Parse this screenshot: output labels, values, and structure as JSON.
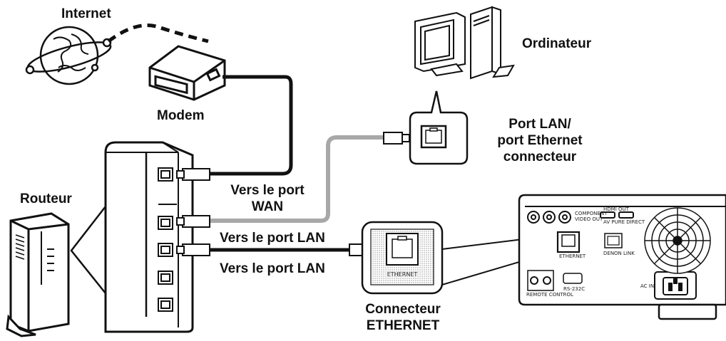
{
  "labels": {
    "internet": "Internet",
    "modem": "Modem",
    "routeur": "Routeur",
    "ordinateur": "Ordinateur",
    "port_lan_line1": "Port LAN/",
    "port_lan_line2": "port Ethernet",
    "port_lan_line3": "connecteur",
    "vers_wan_line1": "Vers le port",
    "vers_wan_line2": "WAN",
    "vers_lan_1": "Vers le port LAN",
    "vers_lan_2": "Vers le port LAN",
    "connecteur_line1": "Connecteur",
    "connecteur_line2": "ETHERNET",
    "ethernet_jack_text": "ETHERNET"
  },
  "device_panel_labels": {
    "component": "COMPONENT",
    "video_out": "VIDEO OUT",
    "hdmi_out": "HDMI OUT",
    "av_pure_direct": "AV PURE DIRECT",
    "ethernet": "ETHERNET",
    "denon_link": "DENON LINK",
    "remote_control": "REMOTE CONTROL",
    "rs232c": "RS-232C",
    "ac_in": "AC IN"
  },
  "colors": {
    "line": "#111111",
    "cable_gray": "#a8a8a8",
    "panel_fill": "#ffffff"
  }
}
